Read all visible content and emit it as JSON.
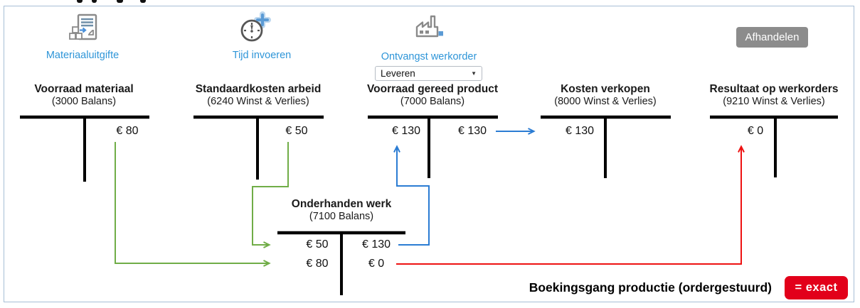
{
  "palette": {
    "frame_border": "#a7bfd6",
    "link_blue": "#2e95d8",
    "arrow_green": "#70ad47",
    "arrow_blue": "#2b7cd3",
    "arrow_red": "#ee1111",
    "button_gray": "#8c8c8c",
    "logo_red": "#e2001a",
    "icon_gray": "#8a8a8a",
    "icon_accent_blue": "#5b9bd5"
  },
  "actions": {
    "materiaaluitgifte": {
      "label": "Materiaaluitgifte",
      "icon": "material-issue-icon"
    },
    "tijd_invoeren": {
      "label": "Tijd invoeren",
      "icon": "stopwatch-plus-icon"
    },
    "ontvangst_werkorder": {
      "label": "Ontvangst werkorder",
      "icon": "factory-icon"
    }
  },
  "workorder_dropdown": {
    "value": "Leveren",
    "caret": "▼"
  },
  "afhandelen_button": {
    "label": "Afhandelen"
  },
  "accounts": {
    "voorraad_materiaal": {
      "title": "Voorraad materiaal",
      "subtitle": "(3000 Balans)",
      "credit1": "€ 80"
    },
    "standaardkosten_arbeid": {
      "title": "Standaardkosten arbeid",
      "subtitle": "(6240 Winst & Verlies)",
      "credit1": "€ 50"
    },
    "voorraad_gereed_product": {
      "title": "Voorraad gereed product",
      "subtitle": "(7000 Balans)",
      "debit1": "€ 130",
      "credit1": "€ 130"
    },
    "kosten_verkopen": {
      "title": "Kosten verkopen",
      "subtitle": "(8000 Winst & Verlies)",
      "debit1": "€ 130"
    },
    "resultaat_op_werkorders": {
      "title": "Resultaat op werkorders",
      "subtitle": "(9210 Winst & Verlies)",
      "debit1": "€ 0"
    },
    "onderhanden_werk": {
      "title": "Onderhanden werk",
      "subtitle": "(7100 Balans)",
      "debit1": "€ 50",
      "debit2": "€ 80",
      "credit1": "€ 130",
      "credit2": "€ 0"
    }
  },
  "flows": [
    {
      "from": "Voorraad materiaal € 80",
      "to": "Onderhanden werk € 80",
      "color": "green"
    },
    {
      "from": "Standaardkosten arbeid € 50",
      "to": "Onderhanden werk € 50",
      "color": "green"
    },
    {
      "from": "Onderhanden werk € 130",
      "to": "Voorraad gereed product € 130",
      "color": "blue"
    },
    {
      "from": "Voorraad gereed product € 130",
      "to": "Kosten verkopen € 130",
      "color": "blue"
    },
    {
      "from": "Onderhanden werk € 0",
      "to": "Resultaat op werkorders € 0",
      "color": "red"
    }
  ],
  "caption": "Boekingsgang productie (ordergestuurd)",
  "logo_text": "= exact"
}
